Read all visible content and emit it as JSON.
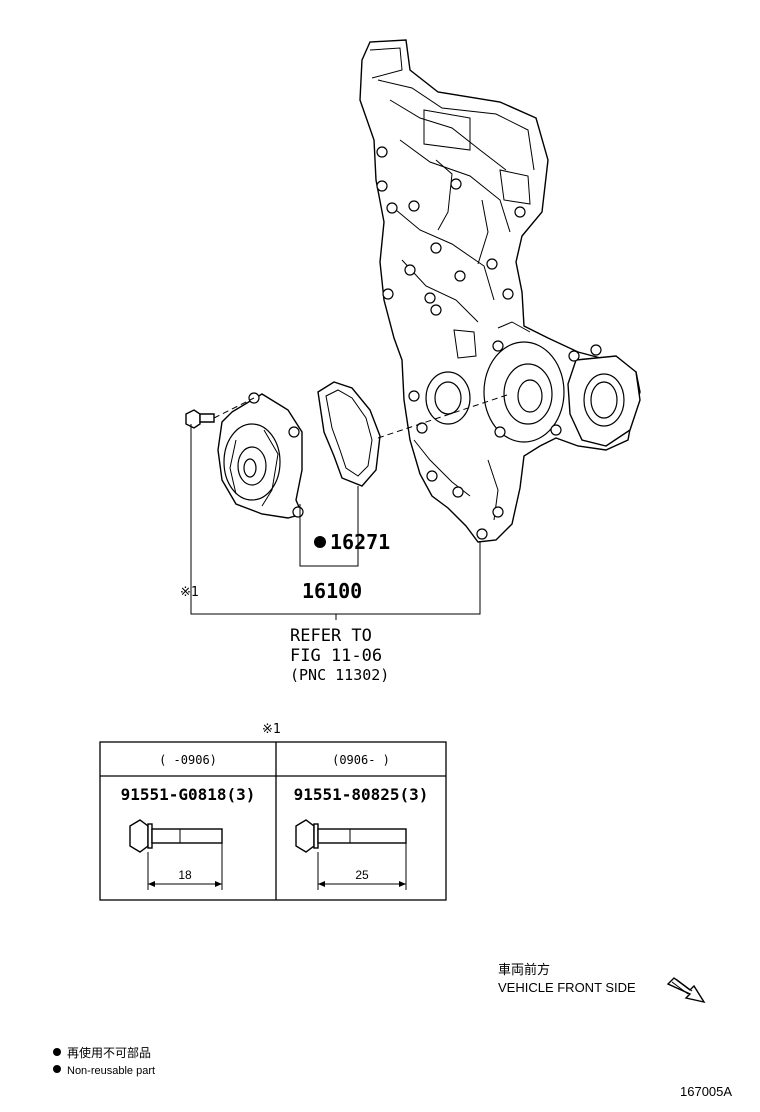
{
  "callouts": {
    "gasket_part": "16271",
    "pump_part": "16100",
    "note_mark_top": "※1",
    "refer": {
      "line1": "REFER TO",
      "line2": "FIG 11-06",
      "line3": "(PNC 11302)"
    }
  },
  "bolt_table": {
    "note_mark": "※1",
    "columns": [
      {
        "range": "(    -0906)",
        "part": "91551-G0818(3)",
        "length": "18"
      },
      {
        "range": "(0906-    )",
        "part": "91551-80825(3)",
        "length": "25"
      }
    ]
  },
  "direction": {
    "japanese": "車両前方",
    "english": "VEHICLE FRONT SIDE"
  },
  "legend": {
    "japanese": "再使用不可部品",
    "english": "Non-reusable part"
  },
  "figure_id": "167005A"
}
